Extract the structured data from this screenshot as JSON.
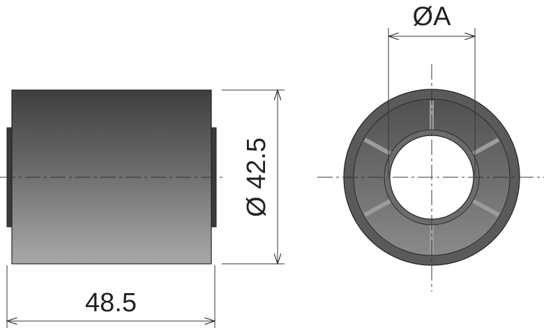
{
  "dimensions": {
    "length": "48.5",
    "outer_diameter": "Ø 42.5",
    "inner_diameter": "ØA"
  },
  "colors": {
    "body_dark": "#4a4a4a",
    "body_light": "#9a9a9a",
    "line": "#333333",
    "background": "#ffffff"
  }
}
